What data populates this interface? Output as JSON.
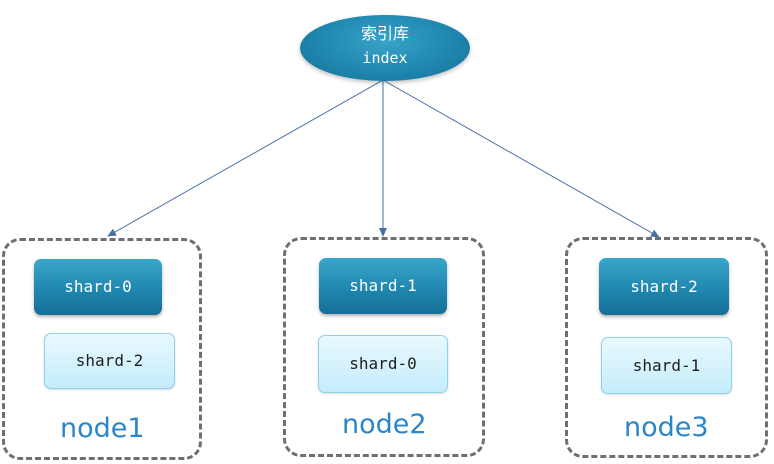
{
  "index": {
    "title_cn": "索引库",
    "title_en": "index"
  },
  "nodes": [
    {
      "label": "node1",
      "primary_shard": "shard-0",
      "replica_shard": "shard-2"
    },
    {
      "label": "node2",
      "primary_shard": "shard-1",
      "replica_shard": "shard-0"
    },
    {
      "label": "node3",
      "primary_shard": "shard-2",
      "replica_shard": "shard-1"
    }
  ],
  "colors": {
    "primary_shard": "#1e84ad",
    "replica_shard": "#c4ecfb",
    "node_label": "#2a86c8",
    "node_border": "#6f6f6f",
    "arrow": "#4a6fa5"
  }
}
